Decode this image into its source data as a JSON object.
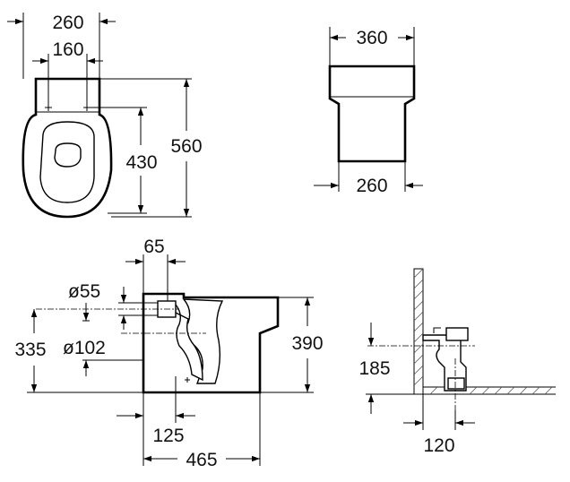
{
  "top_view": {
    "overall_width": "260",
    "fixing_width": "160",
    "fixing_depth": "430",
    "overall_depth": "560"
  },
  "front_view": {
    "top_width": "360",
    "base_width": "260"
  },
  "side_view": {
    "inlet_offset": "65",
    "inlet_diameter": "ø55",
    "outlet_height": "335",
    "outlet_diameter": "ø102",
    "bowl_height": "390",
    "outlet_back": "125",
    "overall_length": "465"
  },
  "connection_view": {
    "connection_height": "185",
    "connection_offset": "120"
  },
  "colors": {
    "line": "#000000",
    "background": "#ffffff"
  }
}
